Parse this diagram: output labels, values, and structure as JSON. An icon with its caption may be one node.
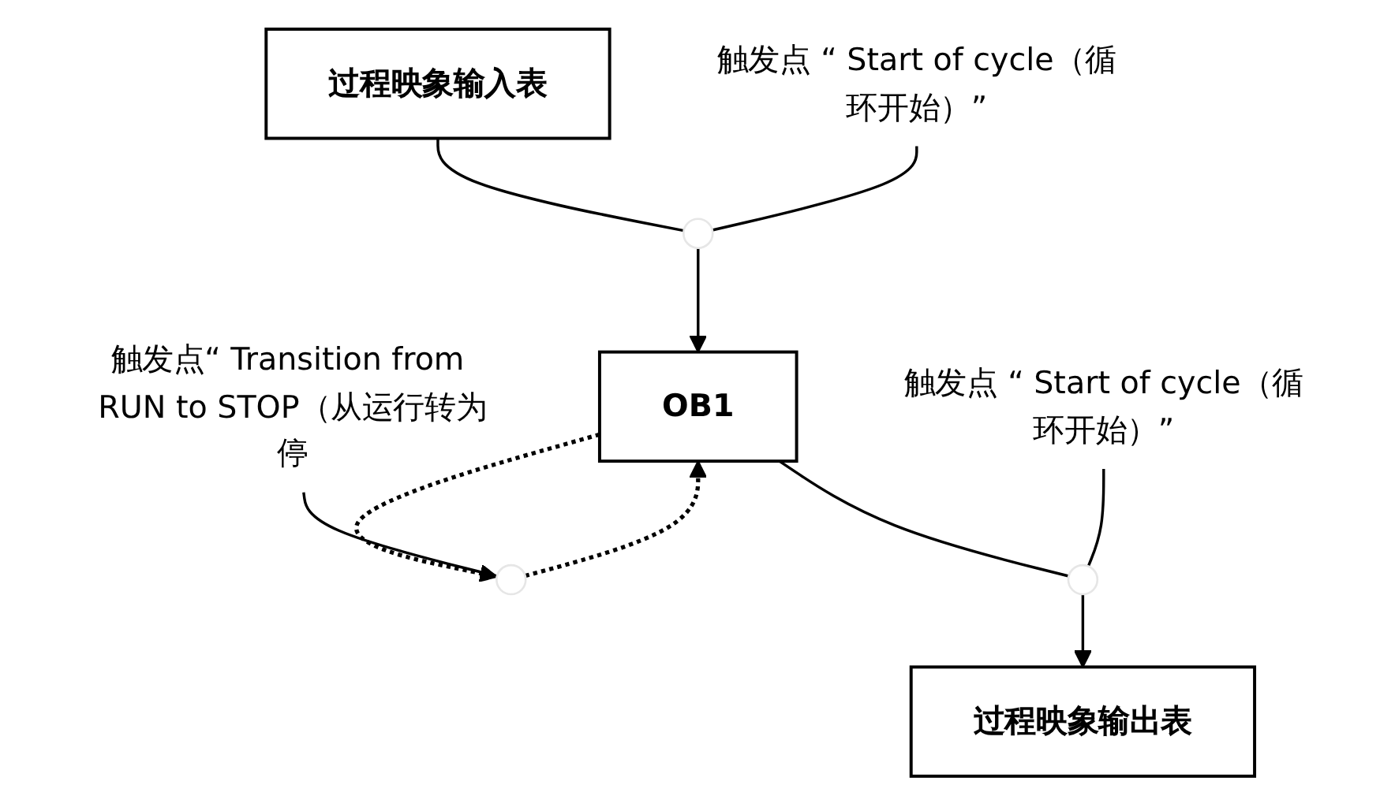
{
  "diagram": {
    "nodes": [
      {
        "text": [
          "过程映象输入表"
        ]
      },
      {
        "text": [],
        "shape": "circle"
      },
      {
        "text": [
          "触发点 “ Start of cycle（循环开始）”"
        ]
      },
      {
        "text": [
          "OB1"
        ]
      },
      {
        "text": [],
        "shape": "circle"
      },
      {
        "text": [
          "触发点“ Transition from RUN to STOP（从运行转为停"
        ]
      },
      {
        "text": [],
        "shape": "circle"
      },
      {
        "text": [
          "触发点 “ Start of cycle（循环开始）”"
        ]
      },
      {
        "text": [
          "过程映象输出表"
        ]
      }
    ],
    "edges": [
      {
        "from": 0,
        "to": 1,
        "arrow": "none"
      },
      {
        "from": 1,
        "to": 3,
        "arrow": "to"
      },
      {
        "from": 2,
        "to": 1,
        "arrow": "none"
      },
      {
        "from": 3,
        "to": 4,
        "arrow": "to",
        "style": "dashed"
      },
      {
        "from": 4,
        "to": 3,
        "arrow": "to",
        "style": "dashed"
      },
      {
        "from": 5,
        "to": 4,
        "arrow": "none"
      },
      {
        "from": 3,
        "to": 6,
        "arrow": "none"
      },
      {
        "from": 6,
        "to": 8,
        "arrow": "to"
      },
      {
        "from": 7,
        "to": 6,
        "arrow": "none"
      }
    ]
  }
}
